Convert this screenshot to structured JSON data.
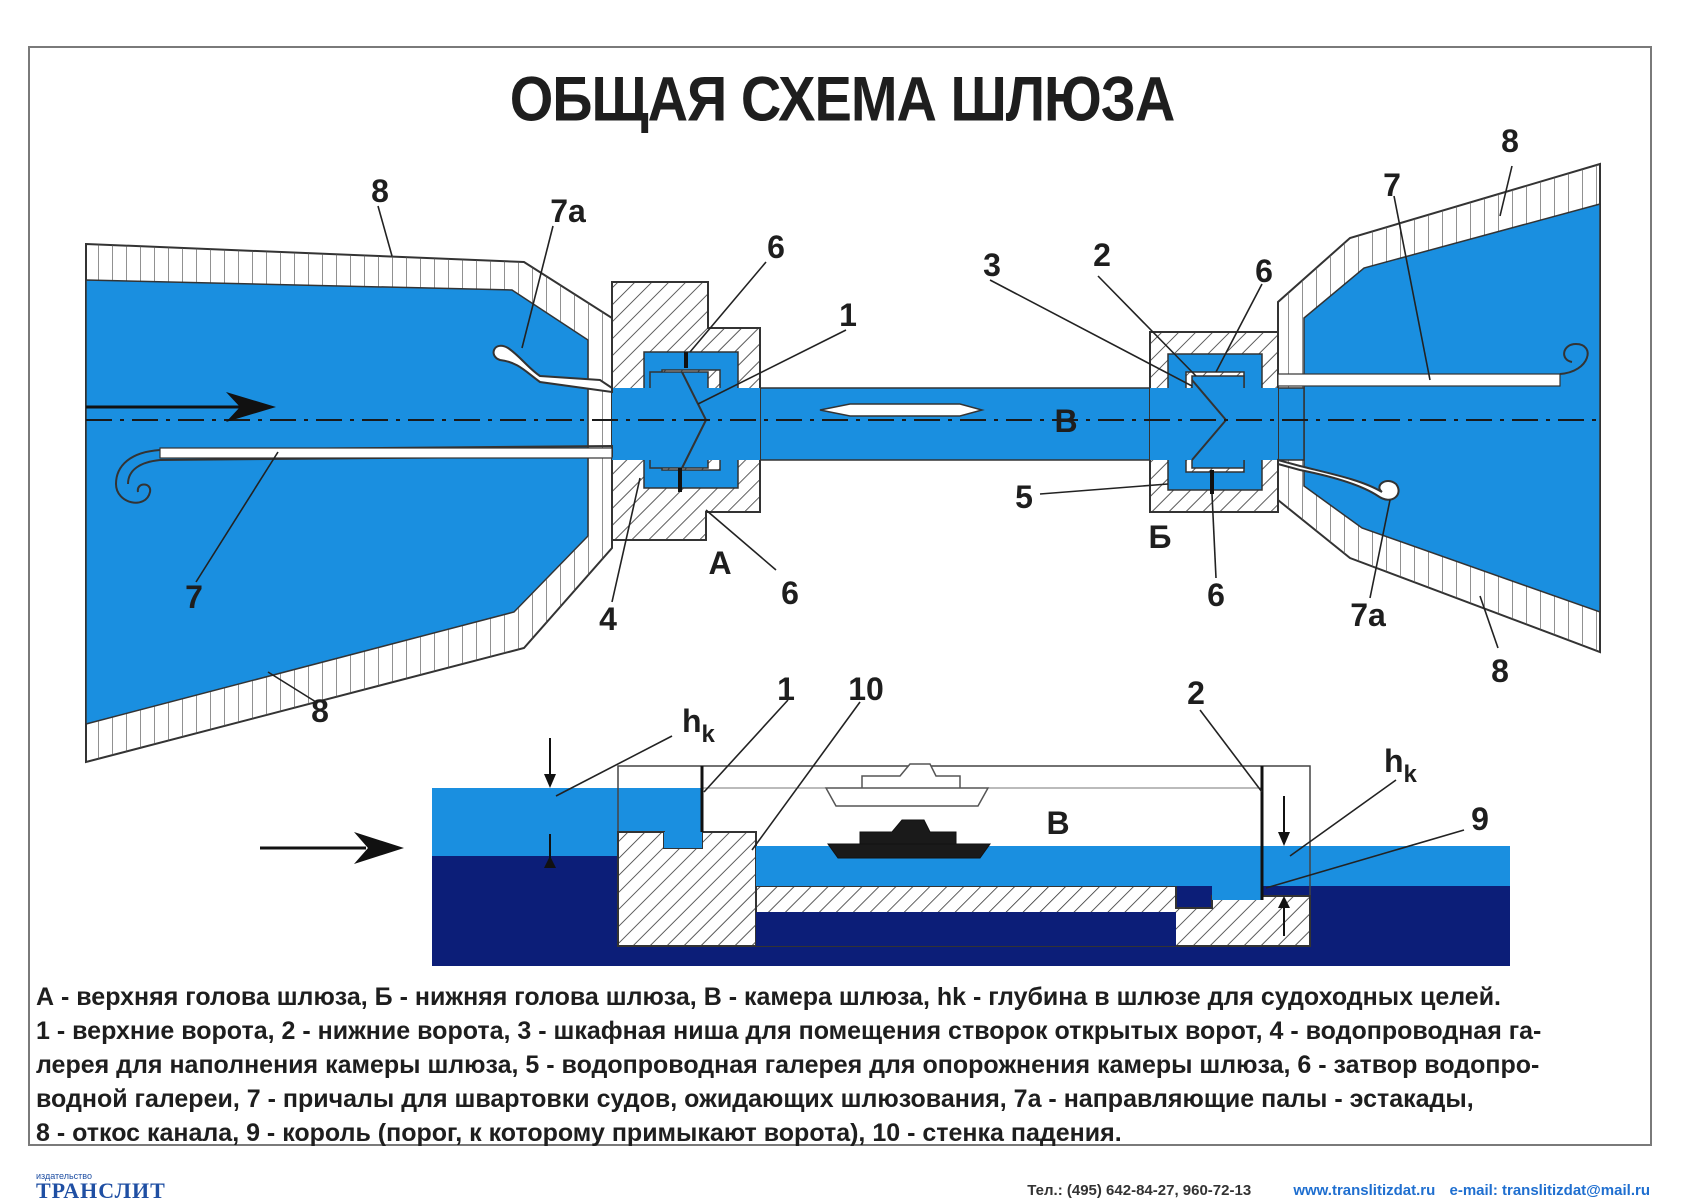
{
  "title": "ОБЩАЯ СХЕМА ШЛЮЗА",
  "colors": {
    "water": "#1a8fe0",
    "water_deep": "#0c1e78",
    "hatch": "#333333",
    "ink": "#1e1e1e",
    "link": "#1f6fd0"
  },
  "plan_labels": {
    "slope_top_left": "8",
    "guide_left": "7a",
    "six_upper_a": "6",
    "gate_one": "1",
    "niche": "3",
    "gate_two": "2",
    "six_upper_b": "6",
    "slope_top_right": "8",
    "berth_right": "7",
    "chamber": "В",
    "gallery_empty": "5",
    "head_lower": "Б",
    "head_upper": "А",
    "berth_left": "7",
    "gallery_fill": "4",
    "six_lower_a": "6",
    "six_lower_b": "6",
    "guide_right": "7a",
    "slope_bottom_right": "8",
    "slope_bottom_left": "8"
  },
  "section_labels": {
    "depth_left_main": "h",
    "depth_left_sub": "k",
    "gate_one": "1",
    "fall_wall": "10",
    "gate_two": "2",
    "depth_right_main": "h",
    "depth_right_sub": "k",
    "sill": "9",
    "chamber": "В"
  },
  "legend": {
    "line1": "А - верхняя голова шлюза, Б - нижняя голова шлюза, В - камера шлюза, hk - глубина в шлюзе для судоходных целей.",
    "line2": "1 - верхние ворота, 2 - нижние ворота, 3 - шкафная ниша для помещения створок открытых ворот, 4 - водопроводная га-",
    "line3": "лерея для наполнения камеры шлюза, 5 - водопроводная галерея для опорожнения камеры шлюза, 6 - затвор водопро-",
    "line4": "водной галереи, 7 - причалы для швартовки судов, ожидающих шлюзования, 7а - направляющие палы - эстакады,",
    "line5": "8 - откос канала, 9 - король (порог, к которому примыкают ворота), 10 - стенка падения."
  },
  "footer": {
    "publisher_caption": "издательство",
    "publisher_name": "ТРАНСЛИТ",
    "phone": "Тел.: (495) 642-84-27, 960-72-13",
    "website": "www.translitizdat.ru",
    "email": "e-mail: translitizdat@mail.ru"
  }
}
